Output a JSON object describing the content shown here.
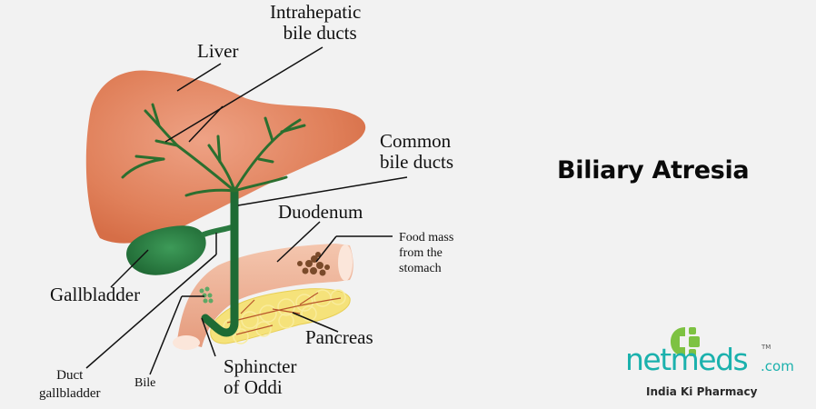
{
  "title": "Biliary Atresia",
  "labels": {
    "liver": "Liver",
    "intrahepatic": [
      "Intrahepatic",
      "bile ducts"
    ],
    "common_bile": [
      "Common",
      "bile ducts"
    ],
    "duodenum": "Duodenum",
    "food_mass": [
      "Food mass",
      "from the",
      "stomach"
    ],
    "gallbladder": "Gallbladder",
    "pancreas": "Pancreas",
    "sphincter": [
      "Sphincter",
      "of Oddi"
    ],
    "duct_gallbladder": [
      "Duct",
      "gallbladder"
    ],
    "bile": "Bile"
  },
  "logo": {
    "brand": "netmeds",
    "domain": ".com",
    "trademark": "TM",
    "tagline": "India Ki Pharmacy",
    "brand_color": "#1bb1ad",
    "cross_color": "#7dc242"
  },
  "colors": {
    "liver": "#e0805a",
    "bile_duct": "#1e6b34",
    "gallbladder": "#2f8a4a",
    "duodenum": "#efb79c",
    "pancreas": "#f5e27a",
    "background": "#f2f2f2"
  }
}
